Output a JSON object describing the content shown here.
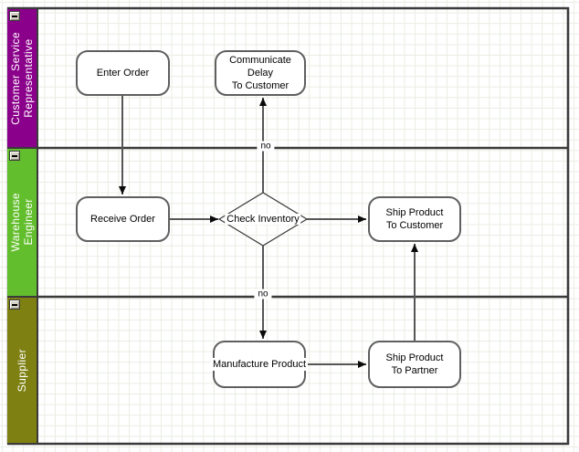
{
  "colors": {
    "lane_customer_service": "#8B008B",
    "lane_warehouse_engineer": "#63BE2D",
    "lane_supplier": "#7E8012",
    "lane_label_text": "#FFFFFF",
    "node_border": "#5F5F5F",
    "connector": "#565656",
    "boundary_line": "#3A3A3A",
    "grid_line": "#E9EDE3"
  },
  "pool": {
    "lanes": [
      {
        "label": "Customer Service Representative",
        "lines": [
          "Customer Service",
          "Representative"
        ],
        "color": "#8B008B",
        "collapse_icon": "minus-icon"
      },
      {
        "label": "Warehouse Engineer",
        "lines": [
          "Warehouse",
          "Engineer"
        ],
        "color": "#63BE2D",
        "collapse_icon": "minus-icon"
      },
      {
        "label": "Supplier",
        "lines": [
          "Supplier"
        ],
        "color": "#7E8012",
        "collapse_icon": "minus-icon"
      }
    ]
  },
  "nodes": {
    "enter_order": {
      "label": "Enter Order"
    },
    "communicate_delay": {
      "lines": [
        "Communicate",
        "Delay",
        "To Customer"
      ]
    },
    "receive_order": {
      "label": "Receive Order"
    },
    "check_inventory": {
      "label": "Check Inventory",
      "shape": "decision-diamond"
    },
    "ship_to_customer": {
      "lines": [
        "Ship Product",
        "To Customer"
      ]
    },
    "manufacture_product": {
      "label": "Manufacture Product"
    },
    "ship_to_partner": {
      "lines": [
        "Ship Product",
        "To Partner"
      ]
    }
  },
  "edge_labels": {
    "check_to_delay": "no",
    "check_to_manufacture": "no"
  }
}
